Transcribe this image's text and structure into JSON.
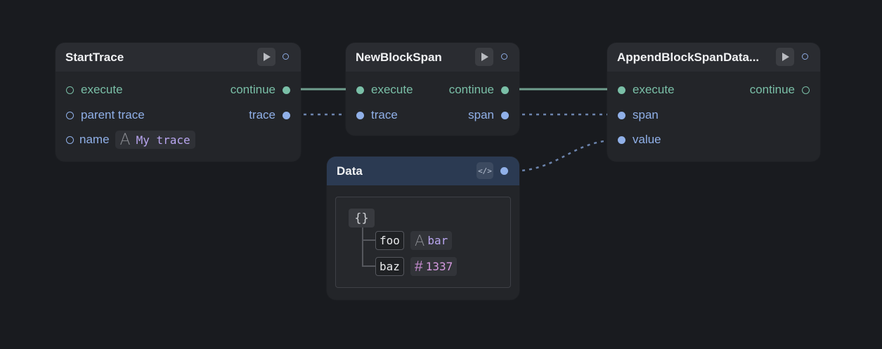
{
  "colors": {
    "background": "#191b1f",
    "node_body": "#232529",
    "node_header": "#2a2c31",
    "data_header": "#2b3a52",
    "exec": "#7abfa7",
    "data": "#90b0e8",
    "string_value": "#b9a6f0",
    "number_value": "#d59ae0"
  },
  "nodes": {
    "start_trace": {
      "title": "StartTrace",
      "inputs": [
        "execute",
        "parent trace",
        "name"
      ],
      "outputs": [
        "continue",
        "trace"
      ],
      "name_value": "My trace"
    },
    "new_block_span": {
      "title": "NewBlockSpan",
      "inputs": [
        "execute",
        "trace"
      ],
      "outputs": [
        "continue",
        "span"
      ]
    },
    "append_block_span_data": {
      "title": "AppendBlockSpanData...",
      "inputs": [
        "execute",
        "span",
        "value"
      ],
      "outputs": [
        "continue"
      ]
    },
    "data": {
      "title": "Data",
      "root": "{}",
      "entries": [
        {
          "key": "foo",
          "type": "string-icon",
          "value": "bar"
        },
        {
          "key": "baz",
          "type": "number-icon",
          "value": "1337"
        }
      ]
    }
  },
  "icons": {
    "run": "play-icon",
    "code": "code-icon",
    "string": "A",
    "number": "#"
  }
}
